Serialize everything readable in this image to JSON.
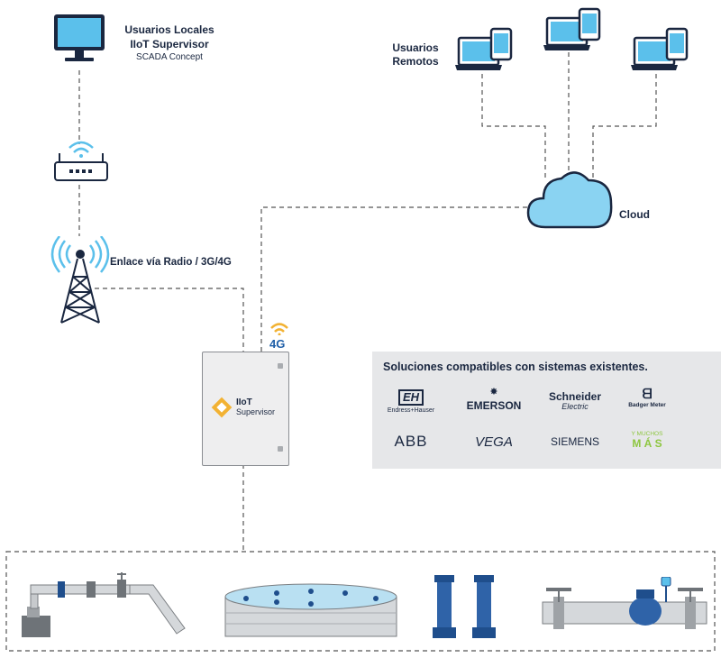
{
  "local_users": {
    "line1": "Usuarios Locales",
    "line2": "IIoT Supervisor",
    "line3": "SCADA Concept"
  },
  "remote_users": {
    "line1": "Usuarios",
    "line2": "Remotos"
  },
  "cloud": {
    "label": "Cloud"
  },
  "radio": {
    "label": "Enlace vía Radio / 3G/4G"
  },
  "gateway": {
    "badge": "4G",
    "brand_line1": "IIoT",
    "brand_line2": "Supervisor"
  },
  "compat": {
    "title": "Soluciones compatibles con sistemas existentes.",
    "brands": {
      "eh_logo": "EH",
      "eh_name": "Endress+Hauser",
      "emerson": "EMERSON",
      "schneider_1": "Schneider",
      "schneider_2": "Electric",
      "badger": "Badger Meter",
      "abb": "ABB",
      "vega": "VEGA",
      "siemens": "SIEMENS",
      "more_1": "Y MUCHOS",
      "more_2": "M Á S"
    }
  },
  "colors": {
    "navy": "#1a2740",
    "accent_green": "#8dc63f",
    "wifi_blue": "#5bc0eb",
    "gold": "#f2b233",
    "panel_bg": "#e6e7e9",
    "equipment_blue": "#1f4e8c"
  }
}
